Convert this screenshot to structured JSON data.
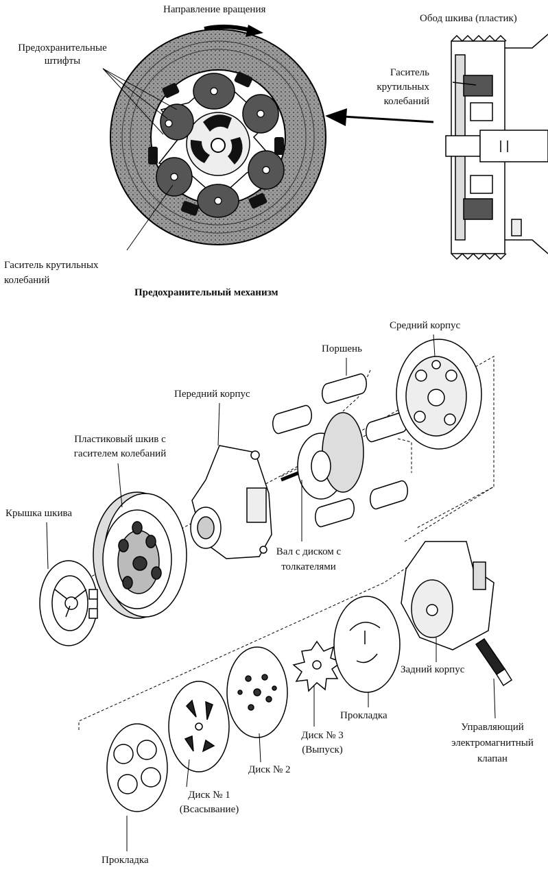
{
  "top": {
    "rotation_label": "Направление вращения",
    "pins_label_1": "Предохранительные",
    "pins_label_2": "штифты",
    "rim_label": "Обод шкива (пластик)",
    "damper_right_1": "Гаситель",
    "damper_right_2": "крутильных",
    "damper_right_3": "колебаний",
    "damper_left_1": "Гаситель крутильных",
    "damper_left_2": "колебаний",
    "caption": "Предохранительный механизм"
  },
  "bottom": {
    "middle_housing": "Средний корпус",
    "piston": "Поршень",
    "front_housing": "Передний корпус",
    "pulley_1": "Пластиковый шкив с",
    "pulley_2": "гасителем колебаний",
    "pulley_cover": "Крышка шкива",
    "shaft_1": "Вал с диском с",
    "shaft_2": "толкателями",
    "rear_housing": "Задний корпус",
    "gasket_right": "Прокладка",
    "disc3_1": "Диск № 3",
    "disc3_2": "(Выпуск)",
    "disc2": "Диск № 2",
    "disc1_1": "Диск № 1",
    "disc1_2": "(Всасывание)",
    "gasket_left": "Прокладка",
    "valve_1": "Управляющий",
    "valve_2": "электромагнитный",
    "valve_3": "клапан"
  }
}
